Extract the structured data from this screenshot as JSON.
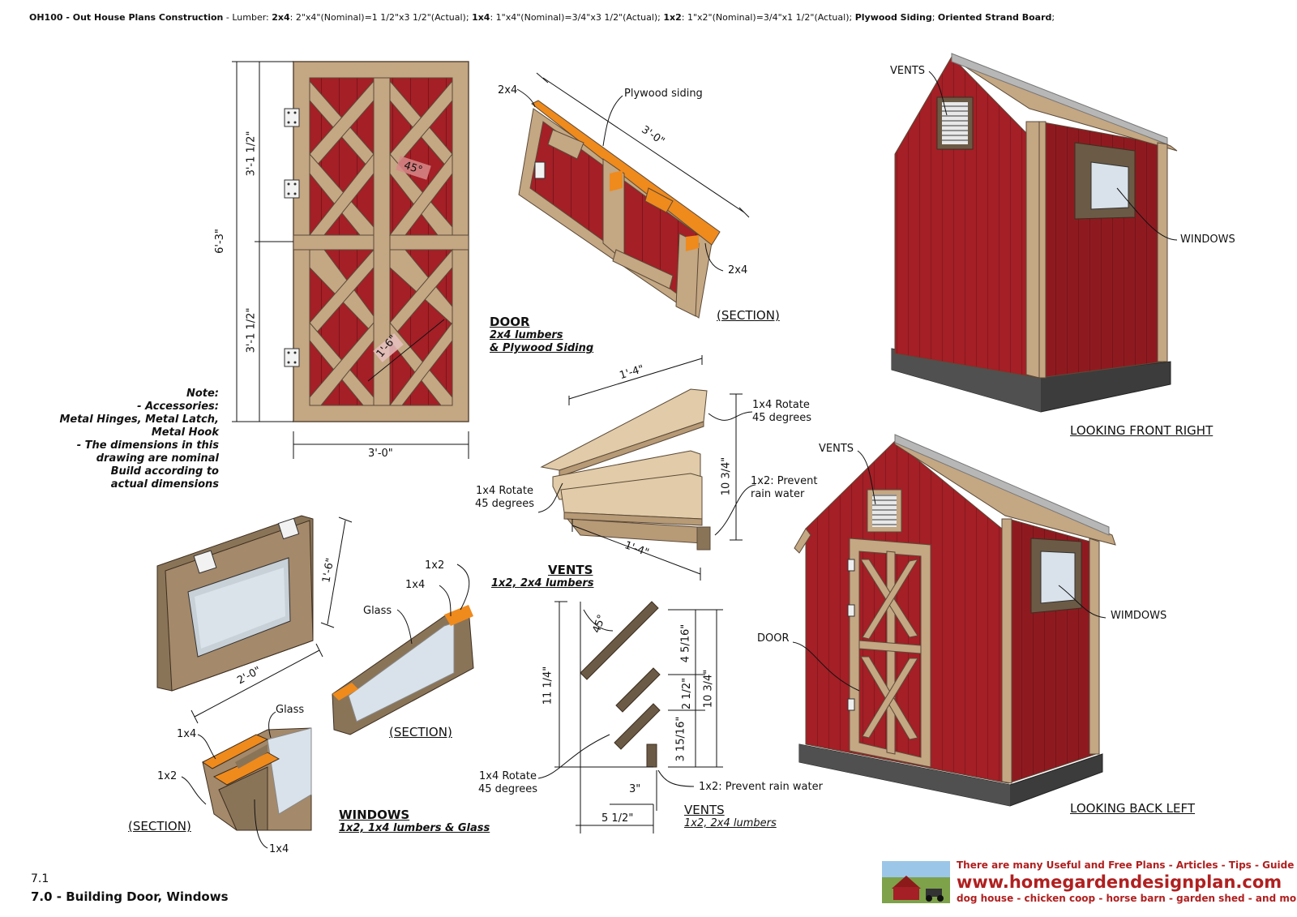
{
  "header": {
    "code": "OH100 - Out House Plans Construction",
    "lumber_prefix": " - Lumber: ",
    "l1_name": "2x4",
    "l1_desc": ": 2\"x4\"(Nominal)=1 1/2\"x3 1/2\"(Actual); ",
    "l2_name": "1x4",
    "l2_desc": ": 1\"x4\"(Nominal)=3/4\"x3 1/2\"(Actual); ",
    "l3_name": "1x2",
    "l3_desc": ": 1\"x2\"(Nominal)=3/4\"x1 1/2\"(Actual); ",
    "l4": "Plywood Siding",
    "sep": "; ",
    "l5": "Oriented Strand Board",
    "end": ";"
  },
  "door_elevation": {
    "height_total": "6'-3\"",
    "height_top": "3'-1 1/2\"",
    "height_bottom": "3'-1 1/2\"",
    "width": "3'-0\"",
    "angle": "45°",
    "brace": "1'-6\""
  },
  "note": {
    "title": "Note:",
    "lines": [
      "- Accessories:",
      "Metal Hinges, Metal Latch,",
      "Metal Hook",
      "- The dimensions in this",
      "drawing are nominal",
      "Build according to",
      "actual dimensions"
    ]
  },
  "door_section": {
    "label_2x4_top": "2x4",
    "label_plywood": "Plywood siding",
    "length": "3'-0\"",
    "label_2x4_bottom": "2x4",
    "caption": "(SECTION)"
  },
  "door_title": {
    "title": "DOOR",
    "line1": "2x4 lumbers",
    "line2": "& Plywood Siding"
  },
  "front_view": {
    "vents": "VENTS",
    "windows": "WINDOWS",
    "caption": "LOOKING FRONT RIGHT"
  },
  "vents_3d": {
    "top_len": "1'-4\"",
    "bottom_len": "1'-4\"",
    "height": "10 3/4\"",
    "rotate_right": [
      "1x4 Rotate",
      "45 degrees"
    ],
    "rotate_left": [
      "1x4 Rotate",
      "45 degrees"
    ],
    "prevent": [
      "1x2: Prevent",
      "rain water"
    ],
    "title": "VENTS",
    "sub": "1x2, 2x4 lumbers"
  },
  "back_view": {
    "vents": "VENTS",
    "door": "DOOR",
    "windows": "WIMDOWS",
    "caption": "LOOKING BACK LEFT"
  },
  "window_3d": {
    "height": "1'-6\"",
    "width": "2'-0\""
  },
  "window_section": {
    "label_1x2": "1x2",
    "label_1x4": "1x4",
    "label_glass": "Glass",
    "caption": "(SECTION)"
  },
  "window_detail": {
    "label_glass": "Glass",
    "label_1x4_top": "1x4",
    "label_1x2": "1x2",
    "label_1x4_bottom": "1x4",
    "caption": "(SECTION)"
  },
  "windows_title": {
    "title": "WINDOWS",
    "sub": "1x2, 1x4 lumbers & Glass"
  },
  "vents_section": {
    "angle": "45°",
    "total_height": "11 1/4\"",
    "d1": "4 5/16\"",
    "d2": "2 1/2\"",
    "d3": "3 15/16\"",
    "right_height": "10 3/4\"",
    "w1": "3\"",
    "w2": "5 1/2\"",
    "rotate": [
      "1x4 Rotate",
      "45 degrees"
    ],
    "prevent": "1x2: Prevent rain water",
    "title": "VENTS",
    "sub": "1x2, 2x4 lumbers"
  },
  "page": {
    "number": "7.1",
    "title": "7.0 - Building Door, Windows"
  },
  "footer": {
    "line1": "There are many Useful and Free Plans - Articles - Tips - Guide at:",
    "url": "www.homegardendesignplan.com",
    "line3": "dog house - chicken coop - horse barn - garden shed - and more"
  },
  "colors": {
    "wood": "#c4a783",
    "wood_dark": "#8a7458",
    "red_siding": "#a41f26",
    "orange_cut": "#ef8a1c",
    "frame_brown": "#6b5a45",
    "brand_red": "#b02020"
  }
}
